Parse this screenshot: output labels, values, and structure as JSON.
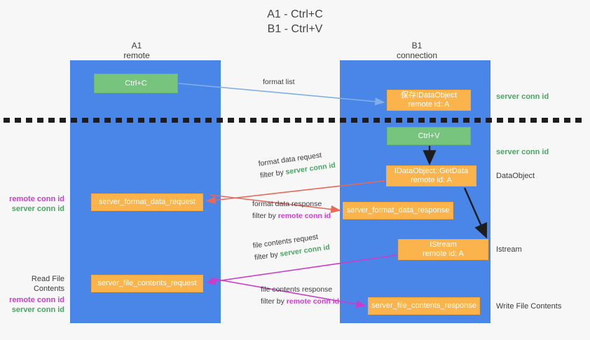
{
  "title": {
    "line1": "A1 - Ctrl+C",
    "line2": "B1 - Ctrl+V"
  },
  "columns": [
    {
      "name": "A1",
      "sub": "remote"
    },
    {
      "name": "B1",
      "sub": "connection"
    }
  ],
  "colors": {
    "lane": "#4a86e8",
    "green_box": "#76c47d",
    "orange_box": "#fbb34c",
    "server_conn_text": "#4aa564",
    "remote_conn_text": "#c840c8",
    "arrow_blue": "#7fb0e8",
    "arrow_red": "#e8685a",
    "arrow_magenta": "#cc3cc8",
    "arrow_black": "#1d1d1d",
    "background": "#f7f7f7"
  },
  "nodes": {
    "ctrl_c": "Ctrl+C",
    "save_idataobject_l1": "保存IDataObject",
    "save_idataobject_l2": "remote id: A",
    "ctrl_v": "Ctrl+V",
    "getdata_l1": "IDataObject::GetData",
    "getdata_l2": "remote id: A",
    "server_format_data_request": "server_format_data_request",
    "server_format_data_response": "server_format_data_response",
    "istream_l1": "IStream",
    "istream_l2": "remote id: A",
    "server_file_contents_request": "server_file_contents_request",
    "server_file_contents_response": "server_file_contents_response"
  },
  "edge_labels": {
    "format_list": "format list",
    "format_data_request": "format data request",
    "format_data_request_filter_prefix": "filter by ",
    "format_data_request_filter_value": "server conn id",
    "format_data_response": "format data response",
    "format_data_response_filter_prefix": "filter by ",
    "format_data_response_filter_value": "remote conn id",
    "file_contents_request": "file contents request",
    "file_contents_request_filter_prefix": "filter by ",
    "file_contents_request_filter_value": "server conn id",
    "file_contents_response": "file contents response",
    "file_contents_response_filter_prefix": "filter by ",
    "file_contents_response_filter_value": "remote conn id"
  },
  "right_notes": {
    "server_conn_id_top": "server conn id",
    "server_conn_id_mid": "server conn id",
    "dataobject": "DataObject",
    "istream": "Istream",
    "write_file_contents": "Write File Contents"
  },
  "left_notes": {
    "block1_remote": "remote conn id",
    "block1_server": "server conn id",
    "read_file_contents": "Read File Contents",
    "block2_remote": "remote conn id",
    "block2_server": "server conn id"
  }
}
